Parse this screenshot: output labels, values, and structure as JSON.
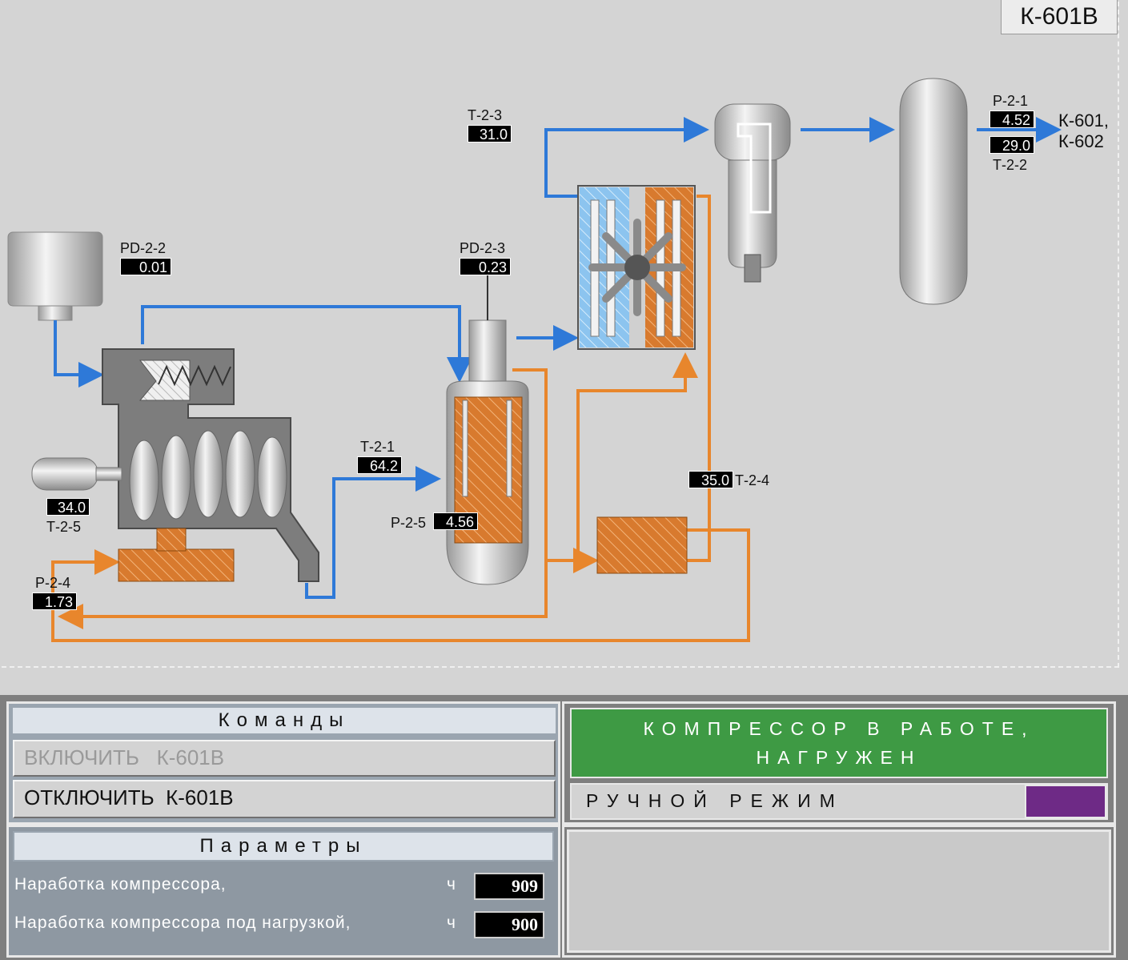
{
  "unit_title": "К-601В",
  "tags": {
    "T23": {
      "label": "Т-2-3",
      "value": "31.0"
    },
    "PD22": {
      "label": "PD-2-2",
      "value": "0.01"
    },
    "PD23": {
      "label": "PD-2-3",
      "value": "0.23"
    },
    "P21": {
      "label": "Р-2-1",
      "value": "4.52"
    },
    "T22": {
      "label": "Т-2-2",
      "value": "29.0"
    },
    "T21": {
      "label": "Т-2-1",
      "value": "64.2"
    },
    "T24": {
      "label": "Т-2-4",
      "value": "35.0"
    },
    "P25": {
      "label": "Р-2-5",
      "value": "4.56"
    },
    "T25": {
      "label": "Т-2-5",
      "value": "34.0"
    },
    "P24": {
      "label": "Р-2-4",
      "value": "1.73"
    }
  },
  "destination": {
    "line1": "К-601,",
    "line2": "К-602"
  },
  "commands": {
    "header": "Команды",
    "start": "ВКЛЮЧИТЬ   К-601В",
    "stop": "ОТКЛЮЧИТЬ  К-601В"
  },
  "status": {
    "line1": "КОМПРЕССОР В РАБОТЕ,",
    "line2": "НАГРУЖЕН",
    "mode": "РУЧНОЙ РЕЖИМ",
    "color": "#3e9a44",
    "mode_color": "#6e2a86"
  },
  "parameters": {
    "header": "Параметры",
    "rows": [
      {
        "label": "Наработка компрессора,",
        "unit": "ч",
        "value": "909"
      },
      {
        "label": "Наработка компрессора под нагрузкой,",
        "unit": "ч",
        "value": "900"
      }
    ]
  },
  "colors": {
    "air_line": "#2e79d8",
    "oil_line": "#e8862c",
    "oil_fill": "#d87a2e",
    "cool_fill": "#8cc4ef"
  }
}
